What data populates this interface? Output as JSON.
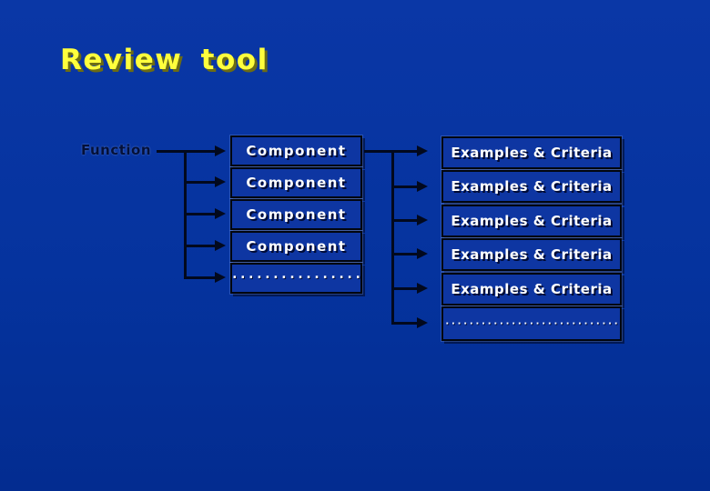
{
  "slide": {
    "title": "Review tool"
  },
  "diagram": {
    "function_label": "Function",
    "component_rows": [
      "Component",
      "Component",
      "Component",
      "Component",
      "................"
    ],
    "criteria_rows": [
      "Examples & Criteria",
      "Examples & Criteria",
      "Examples & Criteria",
      "Examples & Criteria",
      "Examples & Criteria",
      "............................."
    ]
  },
  "colors": {
    "background": "#05339e",
    "title_text": "#ffff3d",
    "title_shadow": "#6c6c14",
    "box_fill": "#0e36a2",
    "box_border": "#02060f",
    "box_text": "#ffffff",
    "function_text": "#041038",
    "connector": "#02091e"
  }
}
